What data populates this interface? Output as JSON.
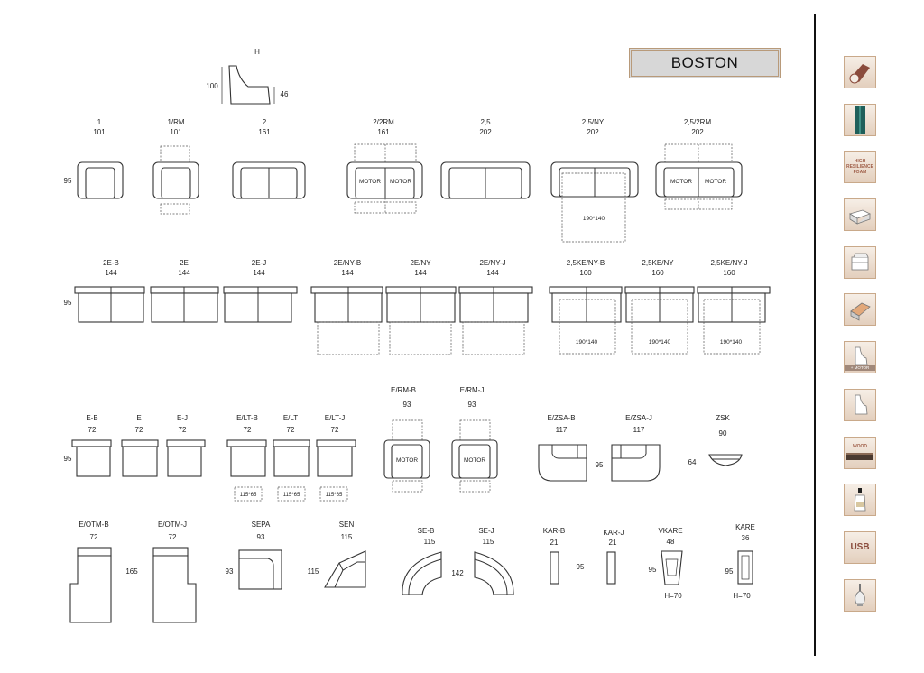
{
  "brand": {
    "name": "BOSTON"
  },
  "profile": {
    "code": "H",
    "height": "100",
    "seat": "46"
  },
  "row1": {
    "depth": "95",
    "items": [
      {
        "code": "1",
        "width": "101"
      },
      {
        "code": "1/RM",
        "width": "101"
      },
      {
        "code": "2",
        "width": "161"
      },
      {
        "code": "2/2RM",
        "width": "161"
      },
      {
        "code": "2,5",
        "width": "202"
      },
      {
        "code": "2,5/NY",
        "width": "202"
      },
      {
        "code": "2,5/2RM",
        "width": "202"
      }
    ],
    "motor": "MOTOR",
    "bed": "190*140"
  },
  "row2": {
    "depth": "95",
    "items": [
      {
        "code": "2E-B",
        "width": "144"
      },
      {
        "code": "2E",
        "width": "144"
      },
      {
        "code": "2E-J",
        "width": "144"
      },
      {
        "code": "2E/NY-B",
        "width": "144"
      },
      {
        "code": "2E/NY",
        "width": "144"
      },
      {
        "code": "2E/NY-J",
        "width": "144"
      },
      {
        "code": "2,5KE/NY-B",
        "width": "160"
      },
      {
        "code": "2,5KE/NY",
        "width": "160"
      },
      {
        "code": "2,5KE/NY-J",
        "width": "160"
      }
    ],
    "bed": "190*140"
  },
  "row3": {
    "depth": "95",
    "items": [
      {
        "code": "E-B",
        "width": "72"
      },
      {
        "code": "E",
        "width": "72"
      },
      {
        "code": "E-J",
        "width": "72"
      },
      {
        "code": "E/LT-B",
        "width": "72"
      },
      {
        "code": "E/LT",
        "width": "72"
      },
      {
        "code": "E/LT-J",
        "width": "72"
      },
      {
        "code": "E/RM-B",
        "width": "93"
      },
      {
        "code": "E/RM-J",
        "width": "93"
      },
      {
        "code": "E/ZSA-B",
        "width": "117"
      },
      {
        "code": "E/ZSA-J",
        "width": "117"
      },
      {
        "code": "ZSK",
        "width": "90"
      }
    ],
    "box": "115*65",
    "motor": "MOTOR",
    "zsa_depth": "95",
    "zsk_depth": "64"
  },
  "row4": {
    "items": [
      {
        "code": "E/OTM-B",
        "width": "72"
      },
      {
        "code": "E/OTM-J",
        "width": "72"
      },
      {
        "code": "SEPA",
        "width": "93"
      },
      {
        "code": "SEN",
        "width": "115"
      },
      {
        "code": "SE-B",
        "width": "115"
      },
      {
        "code": "SE-J",
        "width": "115"
      },
      {
        "code": "KAR-B",
        "width": "21"
      },
      {
        "code": "KAR-J",
        "width": "21"
      },
      {
        "code": "VKARE",
        "width": "48"
      },
      {
        "code": "KARE",
        "width": "36"
      }
    ],
    "otm_depth": "165",
    "sepa_depth": "93",
    "sen_depth": "115",
    "se_depth": "142",
    "kar_depth": "95",
    "vkare_depth": "95",
    "kare_depth": "95",
    "vkare_h": "H=70",
    "kare_h": "H=70"
  },
  "features": [
    {
      "icon": "leather-icon"
    },
    {
      "icon": "fabric-icon"
    },
    {
      "icon": "foam-icon",
      "label": "HIGH RESILIENCE FOAM"
    },
    {
      "icon": "sofa-bed-icon"
    },
    {
      "icon": "storage-icon"
    },
    {
      "icon": "pullout-bed-icon"
    },
    {
      "icon": "recliner-motor-icon",
      "label": "+ MOTOR"
    },
    {
      "icon": "recliner-icon"
    },
    {
      "icon": "wood-icon",
      "label": "WOOD"
    },
    {
      "icon": "cleaner-icon"
    },
    {
      "icon": "usb-icon",
      "label": "USB"
    },
    {
      "icon": "lamp-icon"
    }
  ]
}
